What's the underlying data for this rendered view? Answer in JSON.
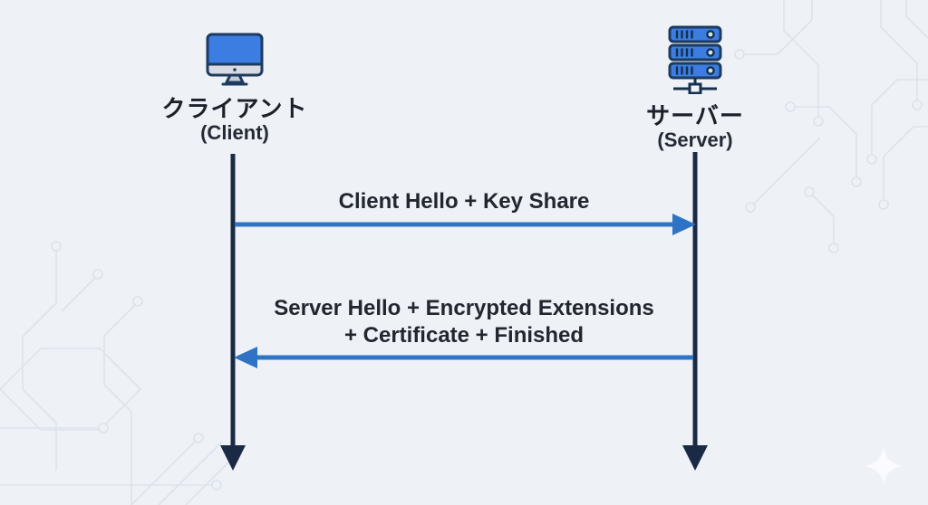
{
  "actors": {
    "client": {
      "label_ja": "クライアント",
      "label_en": "(Client)",
      "icon": "desktop-monitor-icon"
    },
    "server": {
      "label_ja": "サーバー",
      "label_en": "(Server)",
      "icon": "server-rack-icon"
    }
  },
  "messages": [
    {
      "from": "client",
      "to": "server",
      "direction": "right",
      "label": "Client Hello + Key Share"
    },
    {
      "from": "server",
      "to": "client",
      "direction": "left",
      "label_line1": "Server Hello + Encrypted Extensions",
      "label_line2": "+ Certificate + Finished"
    }
  ],
  "colors": {
    "background": "#eef1f5",
    "circuit_trace": "#dde3eb",
    "lifeline_navy": "#1b2a44",
    "arrow_blue": "#2e73c5",
    "icon_blue": "#3b7de0",
    "icon_border": "#1e3a5f",
    "text": "#22262f",
    "sparkle": "#fbfdff"
  },
  "decor": [
    "circuit-traces-background",
    "sparkle-icon"
  ]
}
